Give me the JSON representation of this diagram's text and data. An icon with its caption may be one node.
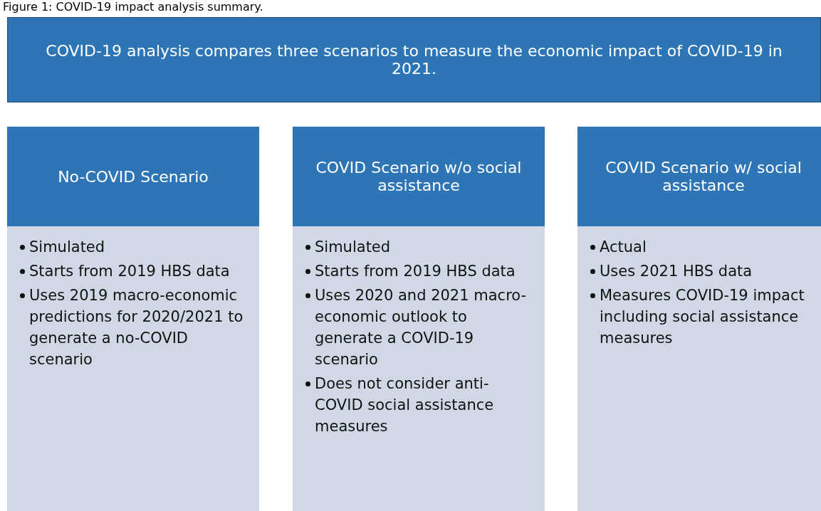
{
  "diagram": {
    "title": "Figure 1: COVID-19 impact analysis summary.",
    "nodes": [
      {
        "text": [
          "COVID-19 analysis compares three scenarios to measure the economic impact of COVID-19 in 2021."
        ]
      },
      {
        "text": [
          "No-COVID Scenario"
        ]
      },
      {
        "text": [
          "COVID Scenario w/o social assistance"
        ]
      },
      {
        "text": [
          "COVID Scenario w/ social assistance"
        ]
      },
      {
        "text": [
          "Simulated",
          "Starts from 2019 HBS data",
          "Uses 2019 macro-economic predictions for 2020/2021 to generate a no-COVID scenario"
        ]
      },
      {
        "text": [
          "Simulated",
          "Starts from 2019 HBS data",
          "Uses 2020 and 2021 macro-economic outlook to generate a COVID-19 scenario",
          "Does not consider anti-COVID social assistance measures"
        ]
      },
      {
        "text": [
          "Actual",
          "Uses 2021 HBS data",
          "Measures COVID-19 impact including social assistance measures"
        ]
      }
    ],
    "edges": []
  }
}
